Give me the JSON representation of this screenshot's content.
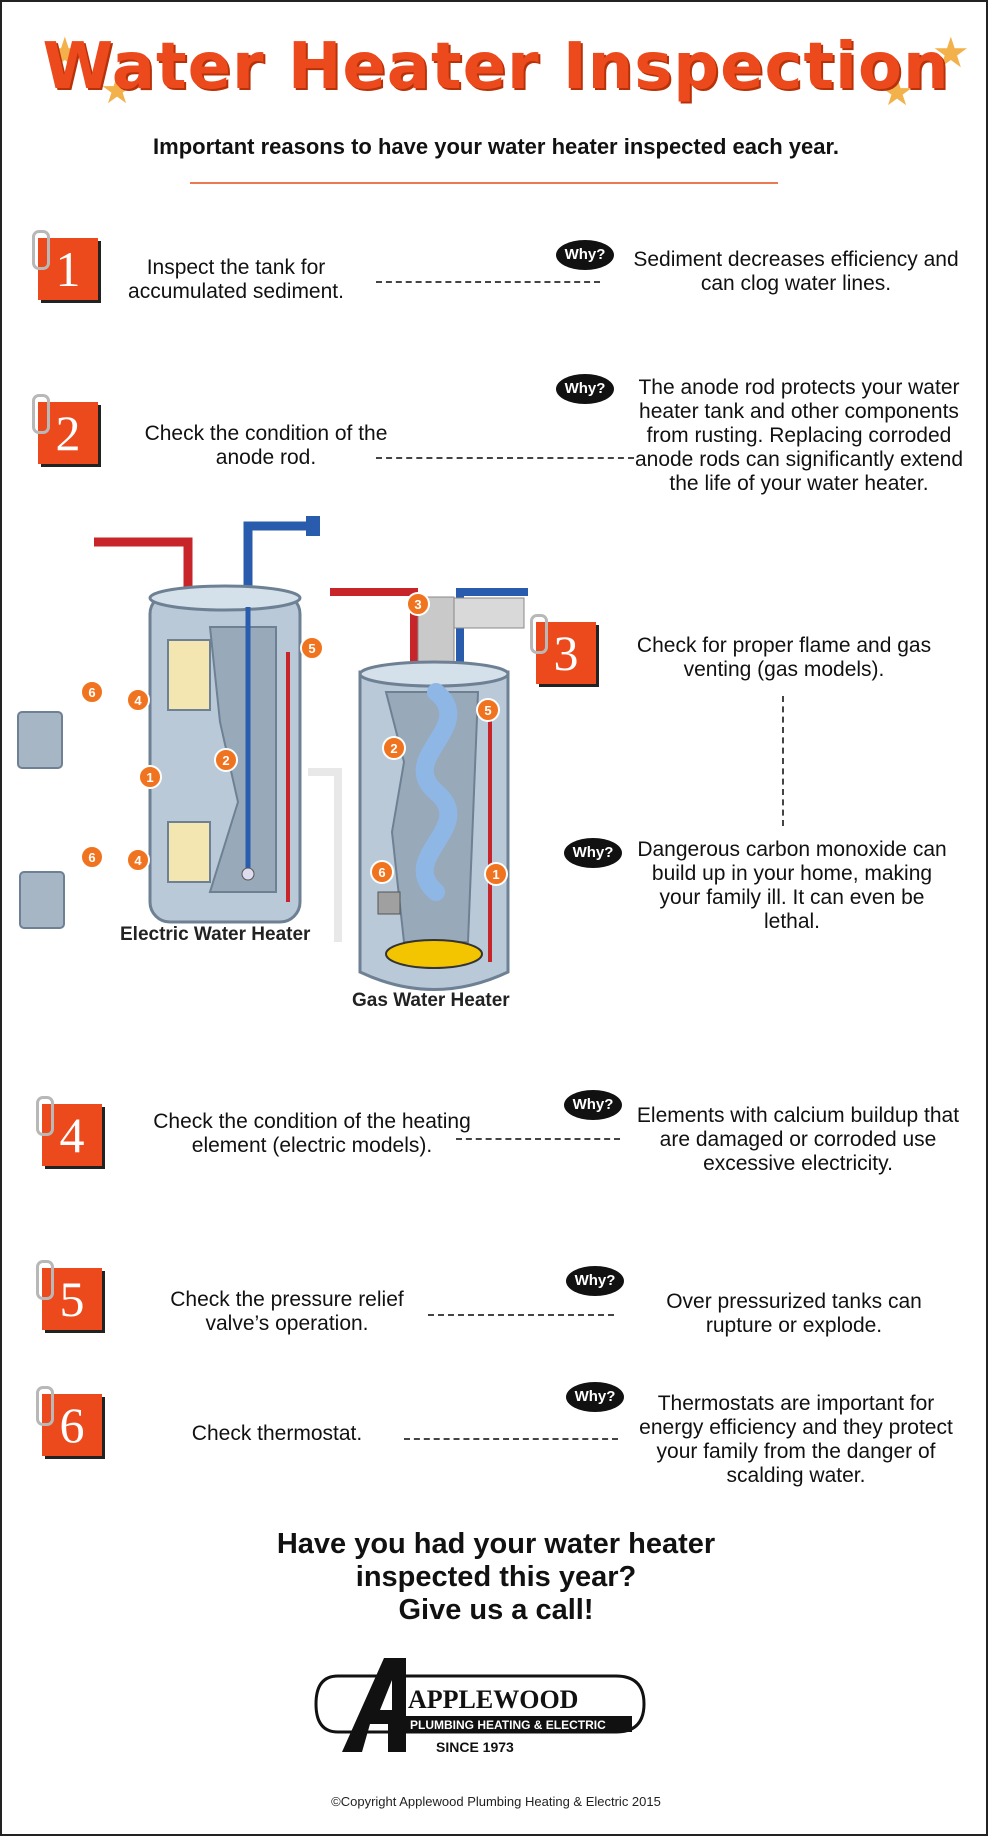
{
  "header": {
    "title": "Water Heater Inspection",
    "subtitle": "Important reasons to have your water heater inspected each year."
  },
  "why_label": "Why?",
  "steps": [
    {
      "number": "1",
      "action": "Inspect the tank for accumulated sediment.",
      "reason": "Sediment decreases efficiency and can clog water lines."
    },
    {
      "number": "2",
      "action": "Check the condition of the anode rod.",
      "reason": "The anode rod protects your water heater tank and other components from rusting. Replacing corroded anode rods can significantly extend the life of your water heater."
    },
    {
      "number": "3",
      "action": "Check for proper flame and gas venting (gas models).",
      "reason": "Dangerous carbon monoxide can build up in your home, making your family ill. It can even be lethal."
    },
    {
      "number": "4",
      "action": "Check the condition of the heating element (electric models).",
      "reason": "Elements with calcium buildup that are damaged or corroded use excessive electricity."
    },
    {
      "number": "5",
      "action": "Check the pressure relief valve’s operation.",
      "reason": "Over pressurized tanks can rupture or explode."
    },
    {
      "number": "6",
      "action": "Check thermostat.",
      "reason": "Thermostats are important for energy efficiency and they protect your family from the danger of scalding water."
    }
  ],
  "illustration": {
    "electric_label": "Electric Water Heater",
    "gas_label": "Gas Water Heater",
    "markers": [
      "1",
      "2",
      "3",
      "4",
      "5",
      "6"
    ]
  },
  "cta": {
    "line1": "Have you had your water heater",
    "line2": "inspected this year?",
    "line3": "Give us a call!"
  },
  "logo": {
    "name": "APPLEWOOD",
    "tagline": "PLUMBING HEATING & ELECTRIC",
    "since": "SINCE 1973"
  },
  "footer": {
    "copyright": "©Copyright Applewood Plumbing Heating & Electric 2015"
  },
  "colors": {
    "accent": "#ec4a1c",
    "star": "#f3b14b",
    "hot_pipe": "#c8252a",
    "cold_pipe": "#2a5cae",
    "tank": "#b9c9d8"
  }
}
